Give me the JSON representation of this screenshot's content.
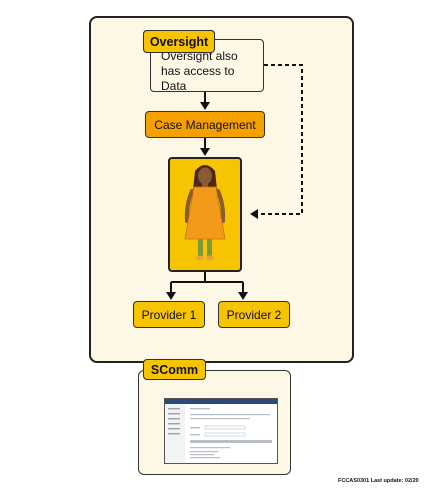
{
  "diagram": {
    "oversight_label": "Oversight",
    "oversight_note": "Oversight also has access to Data",
    "case_management_label": "Case Management",
    "provider_1_label": "Provider 1",
    "provider_2_label": "Provider 2",
    "scomm_label": "SComm",
    "footer": "FCCAS0301  Last update: 02/20"
  },
  "colors": {
    "panel_fill": "#fdf8e6",
    "tag_yellow": "#f6c400",
    "case_orange": "#f4a100",
    "screenshot_header_blue": "#2c4a78"
  },
  "icons": {
    "person": "person-illustration",
    "screenshot": "scomm-application-screenshot"
  }
}
